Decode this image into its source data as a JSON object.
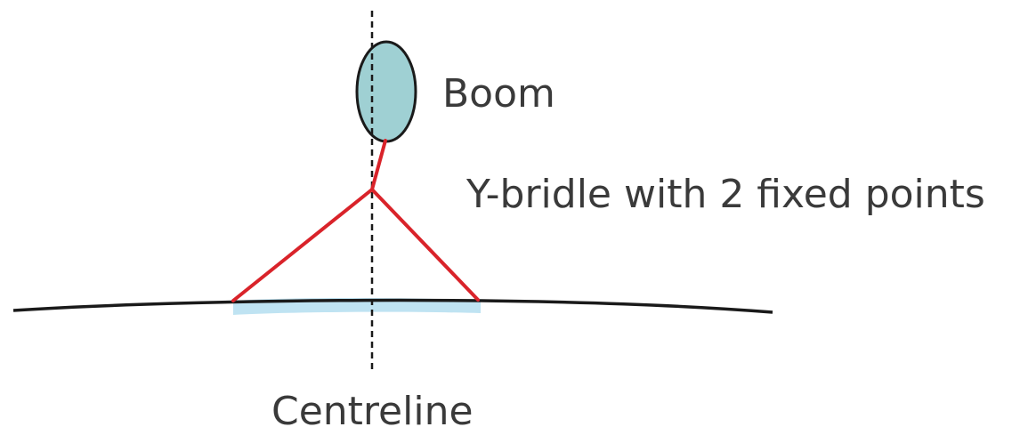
{
  "labels": {
    "boom": "Boom",
    "bridle": "Y-bridle with 2 fixed points",
    "centreline": "Centreline"
  },
  "colors": {
    "boom_fill": "#9fd0d3",
    "bridle": "#d9232a",
    "sail_fill": "#bfe3f2",
    "line": "#1a1a1a",
    "text": "#3a3a3a"
  }
}
